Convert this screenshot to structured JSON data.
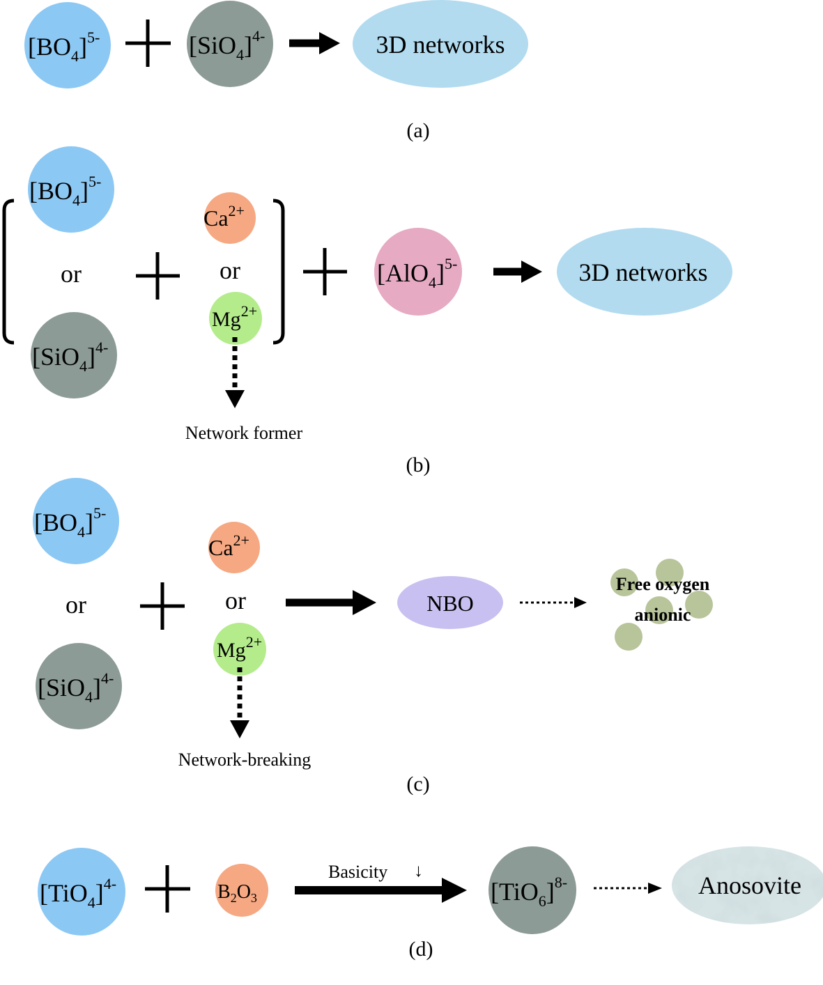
{
  "colors": {
    "bo4": "#8cc8f4",
    "sio4": "#8c9b96",
    "network": "#b2dbf0",
    "ca": "#f5a882",
    "mg": "#b4ec8c",
    "alo4": "#e6aac3",
    "nbo": "#c8c0f0",
    "oxygen": "#b8c49a",
    "anosovite": "#d6e4e6"
  },
  "panel_a": {
    "bo4": {
      "base": "[BO",
      "sub": "4",
      "close": "]",
      "sup": "5-"
    },
    "sio4": {
      "base": "[SiO",
      "sub": "4",
      "close": "]",
      "sup": "4-"
    },
    "result": "3D networks",
    "caption": "(a)"
  },
  "panel_b": {
    "bo4": {
      "base": "[BO",
      "sub": "4",
      "close": "]",
      "sup": "5-"
    },
    "or1": "or",
    "sio4": {
      "base": "[SiO",
      "sub": "4",
      "close": "]",
      "sup": "4-"
    },
    "ca": {
      "base": "Ca",
      "sup": "2+"
    },
    "or2": "or",
    "mg": {
      "base": "Mg",
      "sup": "2+"
    },
    "alo4": {
      "base": "[AlO",
      "sub": "4",
      "close": "]",
      "sup": "5-"
    },
    "result": "3D networks",
    "note": "Network former",
    "caption": "(b)"
  },
  "panel_c": {
    "bo4": {
      "base": "[BO",
      "sub": "4",
      "close": "]",
      "sup": "5-"
    },
    "or1": "or",
    "sio4": {
      "base": "[SiO",
      "sub": "4",
      "close": "]",
      "sup": "4-"
    },
    "ca": {
      "base": "Ca",
      "sup": "2+"
    },
    "or2": "or",
    "mg": {
      "base": "Mg",
      "sup": "2+"
    },
    "nbo": "NBO",
    "free_line1": "Free oxygen",
    "free_line2": "anionic",
    "note": "Network-breaking",
    "caption": "(c)"
  },
  "panel_d": {
    "tio4": {
      "base": "[TiO",
      "sub": "4",
      "close": "]",
      "sup": "4-"
    },
    "b2o3": {
      "b": "B",
      "sub1": "2",
      "o": "O",
      "sub2": "3"
    },
    "basicity": "Basicity",
    "down_arrow": "↓",
    "tio6": {
      "base": "[TiO",
      "sub": "6",
      "close": "]",
      "sup": "8-"
    },
    "result": "Anosovite",
    "caption": "(d)"
  }
}
